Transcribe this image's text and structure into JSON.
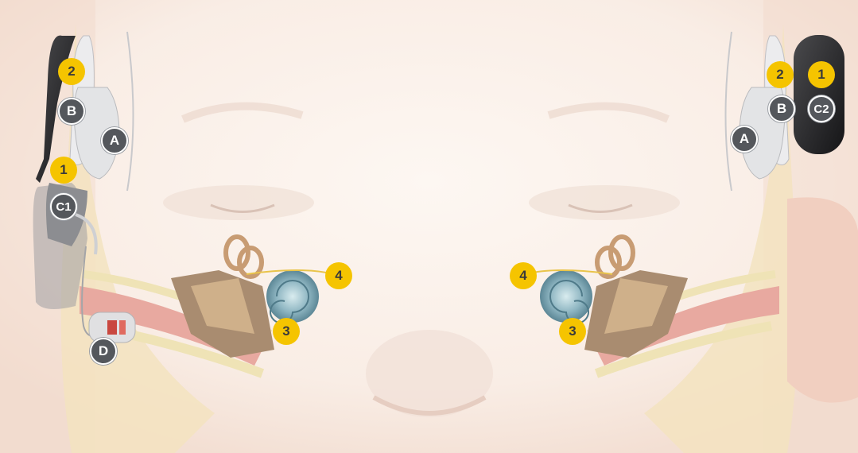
{
  "colors": {
    "yellow_badge": "#f5c400",
    "dark_badge": "#54575c",
    "skin": "#f6e7de",
    "bone": "#f0ddb2",
    "ear_canal": "#e8a9a0",
    "cochlea": "#7fa6b4",
    "processor_black": "#2a2a2c"
  },
  "left": {
    "labels": {
      "n2": "2",
      "b": "B",
      "a": "A",
      "n1": "1",
      "c1": "C1",
      "d": "D",
      "n4": "4",
      "n3": "3"
    }
  },
  "right": {
    "labels": {
      "n2": "2",
      "n1": "1",
      "b": "B",
      "c2": "C2",
      "a": "A",
      "n4": "4",
      "n3": "3"
    }
  }
}
